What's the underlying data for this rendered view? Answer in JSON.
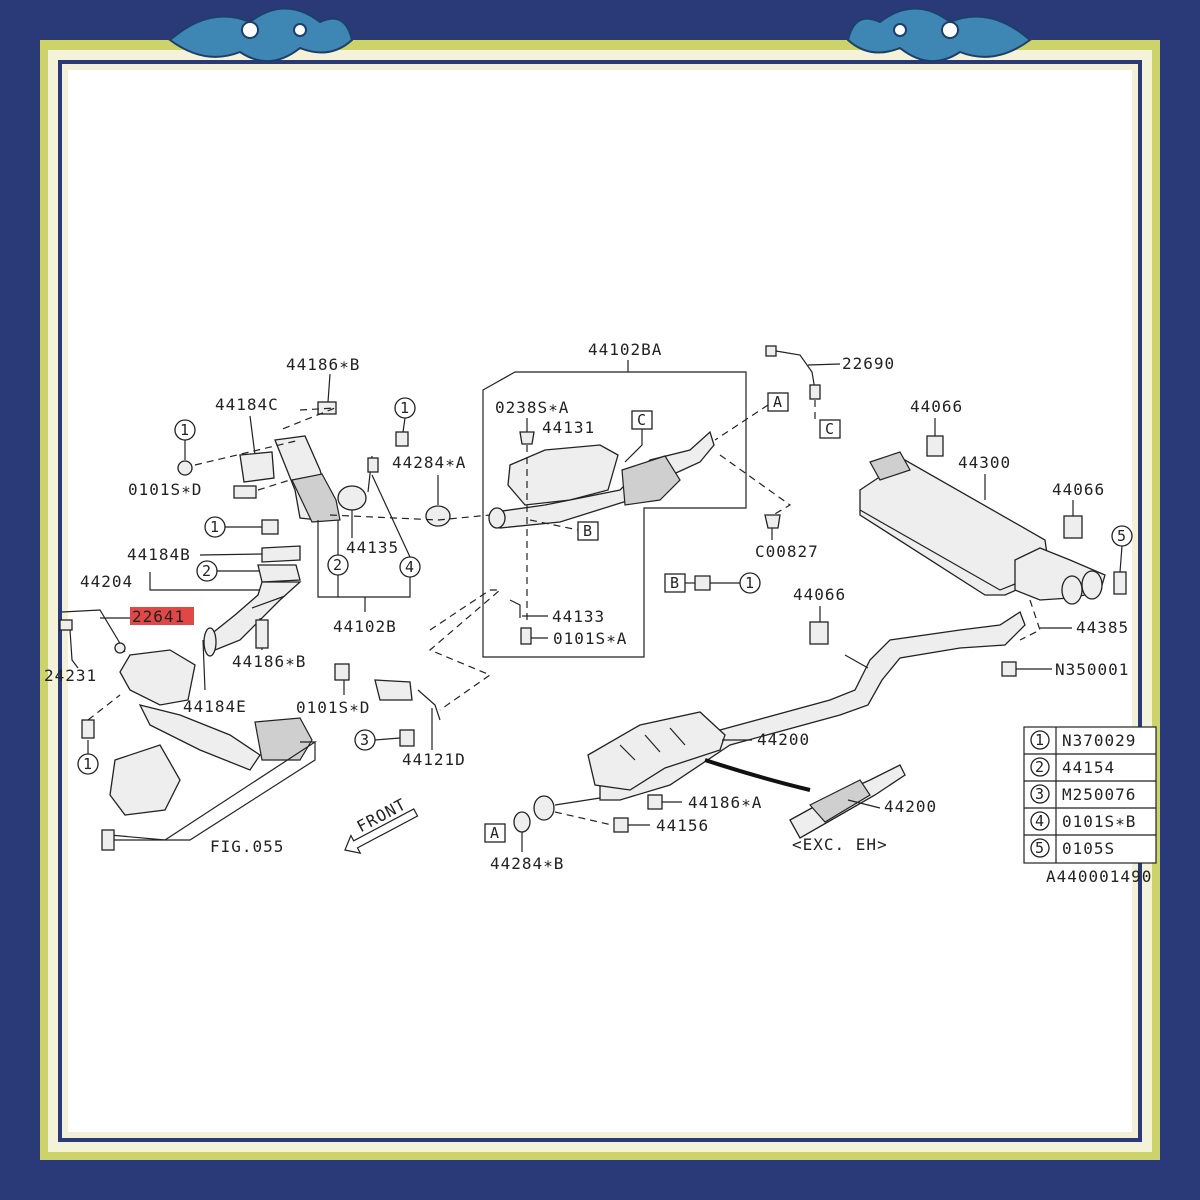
{
  "labels": {
    "p44186b_top": "44186∗B",
    "p44184c": "44184C",
    "p0101d_top": "0101S∗D",
    "p44284a": "44284∗A",
    "p44135": "44135",
    "p44102b": "44102B",
    "p44184b": "44184B",
    "p44204": "44204",
    "p22641": "22641",
    "p24231": "24231",
    "p44186b_mid": "44186∗B",
    "p44184e": "44184E",
    "p0101d_mid": "0101S∗D",
    "p44121d": "44121D",
    "fig055": "FIG.055",
    "front": "FRONT",
    "p44102ba": "44102BA",
    "p0238a": "0238S∗A",
    "p44131": "44131",
    "p44133": "44133",
    "p0101a": "0101S∗A",
    "p22690": "22690",
    "pc00827": "C00827",
    "p44066_top": "44066",
    "p44300": "44300",
    "p44066_right": "44066",
    "p44066_mid": "44066",
    "p44385": "44385",
    "pn350001": "N350001",
    "p44200_main": "44200",
    "p44186a": "44186∗A",
    "p44156": "44156",
    "p44284b": "44284∗B",
    "p44200_alt": "44200",
    "exc_eh": "<EXC. EH>",
    "diagram_id": "A440001490"
  },
  "refs": {
    "A": "A",
    "B": "B",
    "C": "C"
  },
  "callouts": {
    "one": "1",
    "two": "2",
    "three": "3",
    "four": "4",
    "five": "5"
  },
  "legend": [
    {
      "num": "1",
      "part": "N370029"
    },
    {
      "num": "2",
      "part": "44154"
    },
    {
      "num": "3",
      "part": "M250076"
    },
    {
      "num": "4",
      "part": "0101S∗B"
    },
    {
      "num": "5",
      "part": "0105S"
    }
  ],
  "colors": {
    "frame_blue": "#2a3a78",
    "frame_gold": "#d8cf6a",
    "highlight": "#e04848",
    "paper": "#ffffff"
  }
}
